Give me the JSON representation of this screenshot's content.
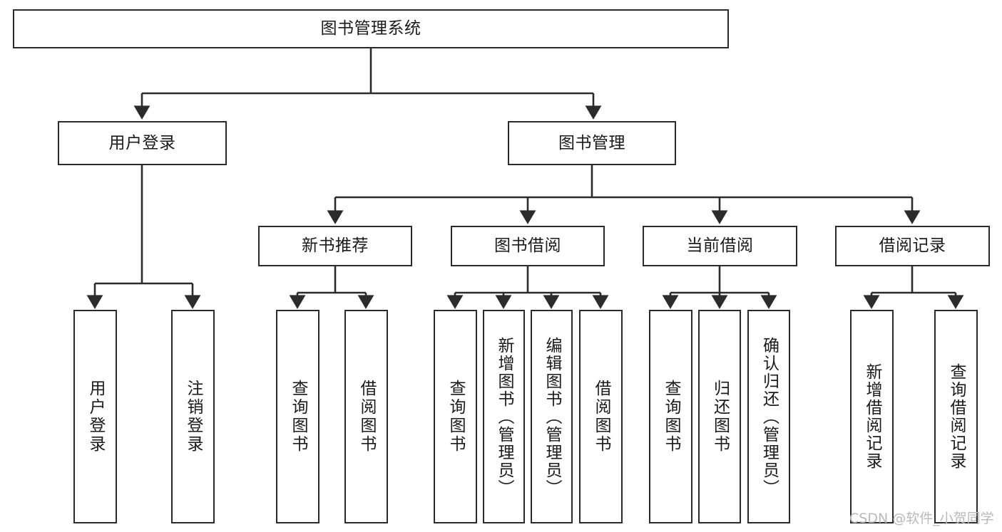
{
  "diagram": {
    "title": "图书管理系统",
    "type": "tree-hierarchy-diagram",
    "colors": {
      "box_border": "#2b2b2b",
      "box_fill": "#ffffff",
      "edge": "#2b2b2b",
      "text": "#1a1a1a",
      "watermark": "#b9b9b9",
      "background": "#ffffff"
    }
  },
  "nodes": {
    "root": {
      "label": "图书管理系统"
    },
    "level2": [
      {
        "label": "用户登录"
      },
      {
        "label": "图书管理"
      }
    ],
    "level3": [
      {
        "label": "新书推荐"
      },
      {
        "label": "图书借阅"
      },
      {
        "label": "当前借阅"
      },
      {
        "label": "借阅记录"
      }
    ],
    "leaves": {
      "user_login": [
        {
          "label": "用户登录"
        },
        {
          "label": "注销登录"
        }
      ],
      "new_book_recommend": [
        {
          "label": "查询图书"
        },
        {
          "label": "借阅图书"
        }
      ],
      "book_borrow": [
        {
          "label": "查询图书"
        },
        {
          "label": "新增图书（管理员）"
        },
        {
          "label": "编辑图书（管理员）"
        },
        {
          "label": "借阅图书"
        }
      ],
      "current_borrow": [
        {
          "label": "查询图书"
        },
        {
          "label": "归还图书"
        },
        {
          "label": "确认归还（管理员）"
        }
      ],
      "borrow_record": [
        {
          "label": "新增借阅记录"
        },
        {
          "label": "查询借阅记录"
        }
      ]
    }
  },
  "watermark": {
    "text": "CSDN @软件_小贺同学"
  }
}
